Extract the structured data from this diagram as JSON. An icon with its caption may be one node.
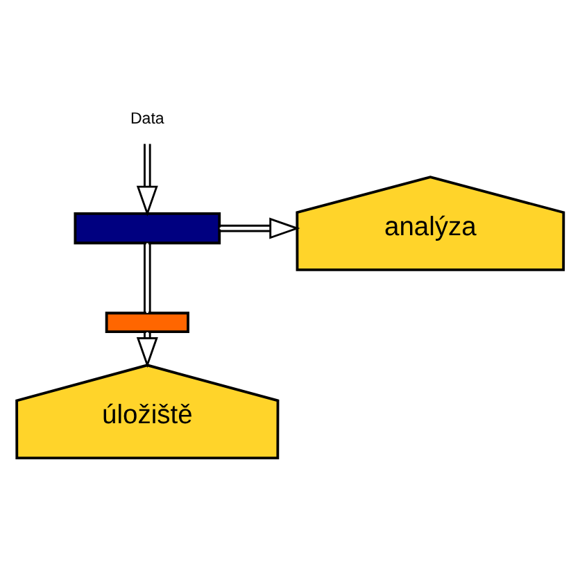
{
  "diagram": {
    "nodes": [
      {
        "text": [
          "Data"
        ]
      },
      {
        "text": [],
        "shape": "bar"
      },
      {
        "text": [],
        "shape": "bar"
      },
      {
        "text": [
          "analýza"
        ]
      },
      {
        "text": [
          "úložiště"
        ]
      }
    ],
    "edges": [
      {
        "from": 0,
        "to": 1,
        "arrow": "to"
      },
      {
        "from": 1,
        "to": 3,
        "arrow": "to"
      },
      {
        "from": 1,
        "to": 2,
        "arrow": "none"
      },
      {
        "from": 2,
        "to": 4,
        "arrow": "to"
      }
    ]
  }
}
